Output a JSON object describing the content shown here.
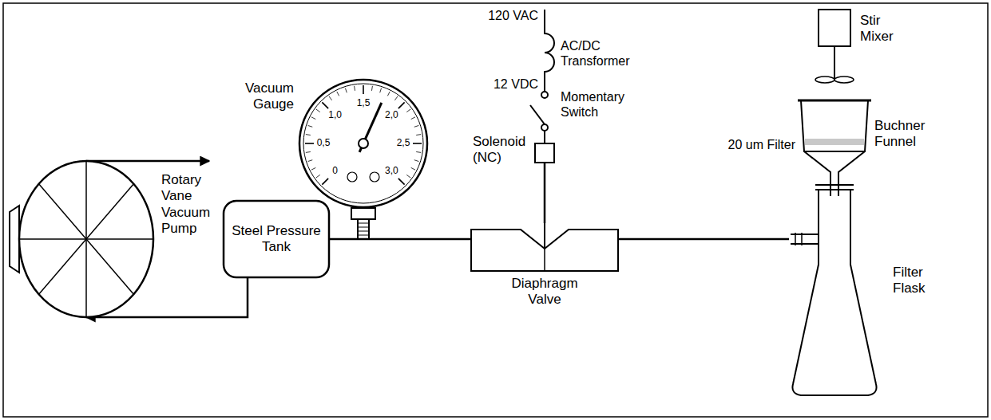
{
  "diagram": {
    "nodes": [
      {
        "text": [
          "Rotary Vane Vacuum Pump"
        ]
      },
      {
        "text": [
          "Steel Pressure Tank"
        ]
      },
      {
        "text": [
          "Vacuum Gauge"
        ]
      },
      {
        "text": [
          "Solenoid (NC)"
        ]
      },
      {
        "text": [
          "Diaphragm Valve"
        ]
      },
      {
        "text": [
          "Stir Mixer"
        ]
      },
      {
        "text": [
          "Buchner Funnel"
        ]
      },
      {
        "text": [
          "Filter Flask"
        ]
      }
    ],
    "edges": [
      {
        "from": 1,
        "to": 0,
        "arrow": "to"
      },
      {
        "from": 1,
        "to": 4,
        "arrow": "none"
      },
      {
        "from": 3,
        "to": 4,
        "arrow": "none"
      },
      {
        "from": 4,
        "to": 7,
        "arrow": "none"
      }
    ],
    "labels": [
      "120 VAC",
      "AC/DC Transformer",
      "12 VDC",
      "Momentary Switch",
      "0",
      "0,5",
      "1,0",
      "1,5",
      "2,0",
      "2,5",
      "3,0",
      "20 um Filter"
    ]
  }
}
